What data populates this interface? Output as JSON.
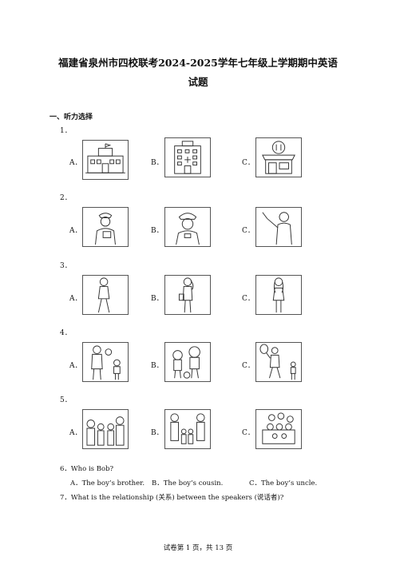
{
  "title_line1": "福建省泉州市四校联考2024-2025学年七年级上学期期中英语",
  "title_line2": "试题",
  "section": "一、听力选择",
  "questions": [
    {
      "num": "1．",
      "opts": [
        "A．",
        "B．",
        "C．"
      ],
      "icons": [
        "school-building-icon",
        "hospital-icon",
        "restaurant-icon"
      ]
    },
    {
      "num": "2．",
      "opts": [
        "A．",
        "B．",
        "C．"
      ],
      "icons": [
        "nurse-icon",
        "police-officer-icon",
        "teacher-icon"
      ]
    },
    {
      "num": "3．",
      "opts": [
        "A．",
        "B．",
        "C．"
      ],
      "icons": [
        "short-hair-girl-icon",
        "ponytail-girl-icon",
        "long-hair-girl-icon"
      ]
    },
    {
      "num": "4．",
      "opts": [
        "A．",
        "B．",
        "C．"
      ],
      "icons": [
        "basketball-players-icon",
        "football-kids-icon",
        "tennis-players-icon"
      ]
    },
    {
      "num": "5．",
      "opts": [
        "A．",
        "B．",
        "C．"
      ],
      "icons": [
        "family-of-four-icon",
        "family-with-children-icon",
        "extended-family-icon"
      ]
    }
  ],
  "q6": {
    "text": "6．Who is Bob?",
    "a": "A．The boy’s brother.",
    "b": "B．The boy’s cousin.",
    "c": "C．The boy’s uncle."
  },
  "q7": {
    "text": "7．What is the relationship (关系) between the speakers (说话者)?"
  },
  "footer": "试卷第 1 页，共 13 页"
}
